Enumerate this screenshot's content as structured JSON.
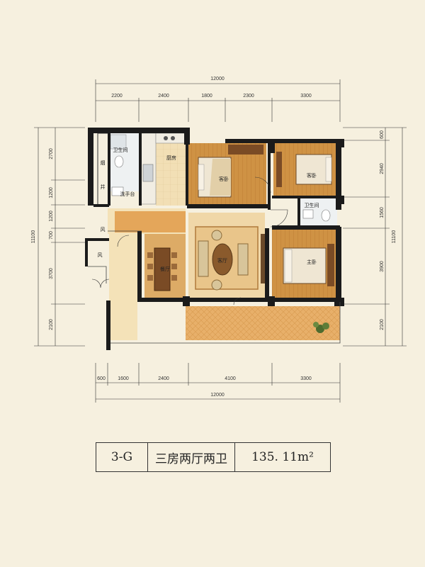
{
  "plan": {
    "dims_top": {
      "total": "12000",
      "segments": [
        "2200",
        "2400",
        "1800",
        "2300",
        "3300"
      ]
    },
    "dims_bottom": {
      "total": "12000",
      "segments": [
        "600",
        "1600",
        "2400",
        "4100",
        "3300"
      ]
    },
    "dims_left": {
      "total": "11100",
      "segments": [
        "2700",
        "1200",
        "1200",
        "700",
        "3700",
        "2100"
      ]
    },
    "dims_right": {
      "total": "11100",
      "segments": [
        "600",
        "2940",
        "1560",
        "3900",
        "2100"
      ]
    },
    "rooms": {
      "bath1": "卫生间",
      "flue": "烟",
      "shaft": "井",
      "wash": "洗手台",
      "kitchen": "厨房",
      "guest1": "客卧",
      "guest2": "客卧",
      "bath2": "卫生间",
      "air1": "风",
      "air2": "风",
      "dining": "餐厅",
      "living": "客厅",
      "master": "主卧"
    },
    "colors": {
      "background": "#f6f0df",
      "wall": "#1b1b1b",
      "floor": "#f4e2b8",
      "corridor": "#e6a85a",
      "wood": "#c98b3a"
    }
  },
  "caption": {
    "code": "3-G",
    "layout": "三房两厅两卫",
    "area": "135. 11m²"
  }
}
